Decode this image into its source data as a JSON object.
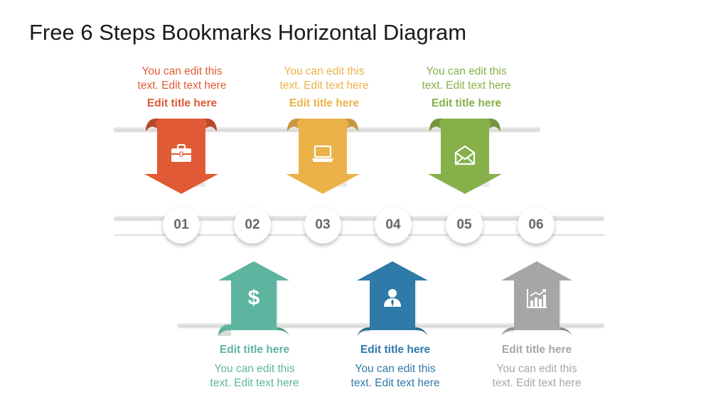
{
  "title": "Free 6 Steps Bookmarks Horizontal Diagram",
  "steps": [
    {
      "number": "01",
      "title": "Edit title here",
      "line1": "You can edit this",
      "line2": "text. Edit text here",
      "color": "#e05a35",
      "icon": "briefcase-icon"
    },
    {
      "number": "02",
      "title": "Edit title here",
      "line1": "You can edit this",
      "line2": "text. Edit text here",
      "color": "#5db5a0",
      "icon": "dollar-icon"
    },
    {
      "number": "03",
      "title": "Edit title here",
      "line1": "You can edit this",
      "line2": "text. Edit text here",
      "color": "#ecb24a",
      "icon": "laptop-icon"
    },
    {
      "number": "04",
      "title": "Edit title here",
      "line1": "You can edit this",
      "line2": "text. Edit text here",
      "color": "#2e7aa8",
      "icon": "user-icon"
    },
    {
      "number": "05",
      "title": "Edit title here",
      "line1": "You can edit this",
      "line2": "text. Edit text here",
      "color": "#86b04a",
      "icon": "envelope-icon"
    },
    {
      "number": "06",
      "title": "Edit title here",
      "line1": "You can edit this",
      "line2": "text. Edit text here",
      "color": "#a6a6a6",
      "icon": "bar-chart-icon"
    }
  ]
}
